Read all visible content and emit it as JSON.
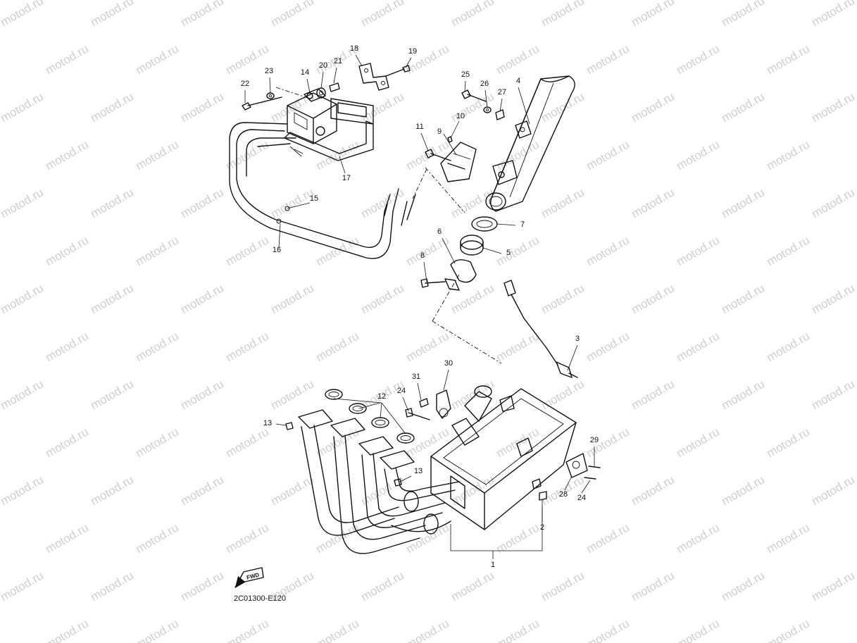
{
  "watermark": "motod.ru",
  "diagram_code": "2C01300-E120",
  "fwd_label": "FWD",
  "parts": [
    {
      "id": "1",
      "label": "1"
    },
    {
      "id": "2",
      "label": "2"
    },
    {
      "id": "3",
      "label": "3"
    },
    {
      "id": "4",
      "label": "4"
    },
    {
      "id": "5",
      "label": "5"
    },
    {
      "id": "6",
      "label": "6"
    },
    {
      "id": "7",
      "label": "7"
    },
    {
      "id": "8",
      "label": "8"
    },
    {
      "id": "9",
      "label": "9"
    },
    {
      "id": "10",
      "label": "10"
    },
    {
      "id": "11",
      "label": "11"
    },
    {
      "id": "12",
      "label": "12"
    },
    {
      "id": "13a",
      "label": "13"
    },
    {
      "id": "13b",
      "label": "13"
    },
    {
      "id": "14",
      "label": "14"
    },
    {
      "id": "15",
      "label": "15"
    },
    {
      "id": "16",
      "label": "16"
    },
    {
      "id": "17",
      "label": "17"
    },
    {
      "id": "18",
      "label": "18"
    },
    {
      "id": "19",
      "label": "19"
    },
    {
      "id": "20",
      "label": "20"
    },
    {
      "id": "21",
      "label": "21"
    },
    {
      "id": "22",
      "label": "22"
    },
    {
      "id": "23",
      "label": "23"
    },
    {
      "id": "24a",
      "label": "24"
    },
    {
      "id": "24b",
      "label": "24"
    },
    {
      "id": "25",
      "label": "25"
    },
    {
      "id": "26",
      "label": "26"
    },
    {
      "id": "27",
      "label": "27"
    },
    {
      "id": "28",
      "label": "28"
    },
    {
      "id": "29",
      "label": "29"
    },
    {
      "id": "30",
      "label": "30"
    },
    {
      "id": "31",
      "label": "31"
    }
  ]
}
